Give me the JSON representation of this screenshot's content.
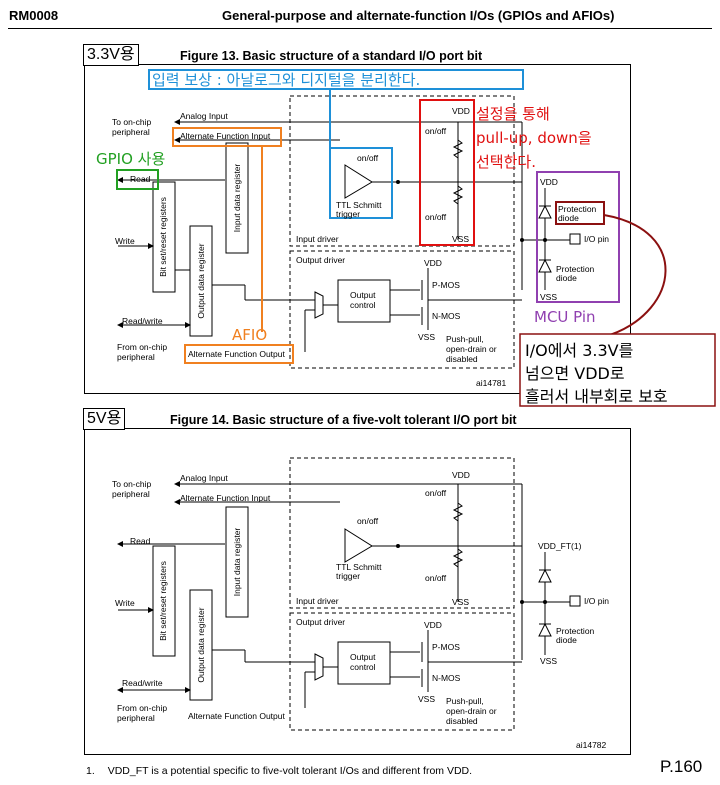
{
  "header": {
    "doc_id": "RM0008",
    "title": "General-purpose and alternate-function I/Os (GPIOs and AFIOs)"
  },
  "figure13": {
    "tag": "3.3V용",
    "title": "Figure 13. Basic structure of a standard I/O port bit",
    "id": "ai14781",
    "labels": {
      "to_onchip": "To on-chip",
      "peripheral": "peripheral",
      "analog_input": "Analog Input",
      "alt_func_input": "Alternate Function Input",
      "read": "Read",
      "write": "Write",
      "read_write": "Read/write",
      "from_onchip": "From on-chip",
      "alt_func_output": "Alternate Function Output",
      "bit_set_reset": "Bit set/reset registers",
      "output_data_reg": "Output data register",
      "input_data_reg": "Input data register",
      "on_off": "on/off",
      "ttl1": "TTL Schmitt",
      "ttl2": "trigger",
      "input_driver": "Input driver",
      "output_driver": "Output driver",
      "output_control1": "Output",
      "output_control2": "control",
      "pmos": "P-MOS",
      "nmos": "N-MOS",
      "vdd": "VDD",
      "vss": "VSS",
      "pushpull1": "Push-pull,",
      "pushpull2": "open-drain or",
      "pushpull3": "disabled",
      "protection1": "Protection",
      "protection2": "diode",
      "io_pin": "I/O pin"
    },
    "annotations": {
      "input_comp": "입력 보상 : 아날로그와 디지털을 분리한다.",
      "pullup_1": "설정을 통해",
      "pullup_2": "pull-up, down을",
      "pullup_3": "선택한다.",
      "gpio": "GPIO 사용",
      "afio": "AFIO",
      "mcu_pin": "MCU Pin",
      "protect_1": "I/O에서 3.3V를",
      "protect_2": "넘으면 VDD로",
      "protect_3": "흘러서 내부회로 보호"
    },
    "colors": {
      "blue": "#1e90d8",
      "red": "#e01010",
      "green": "#22a022",
      "orange": "#f08020",
      "purple": "#9040b0",
      "darkred": "#8b1010"
    }
  },
  "figure14": {
    "tag": "5V용",
    "title": "Figure 14. Basic structure of a five-volt tolerant I/O port bit",
    "id": "ai14782",
    "vdd_ft": "VDD_FT(1)"
  },
  "footnote": {
    "num": "1.",
    "text": "VDD_FT is a potential specific to five-volt tolerant I/Os and different from VDD."
  },
  "page_number": "P.160"
}
